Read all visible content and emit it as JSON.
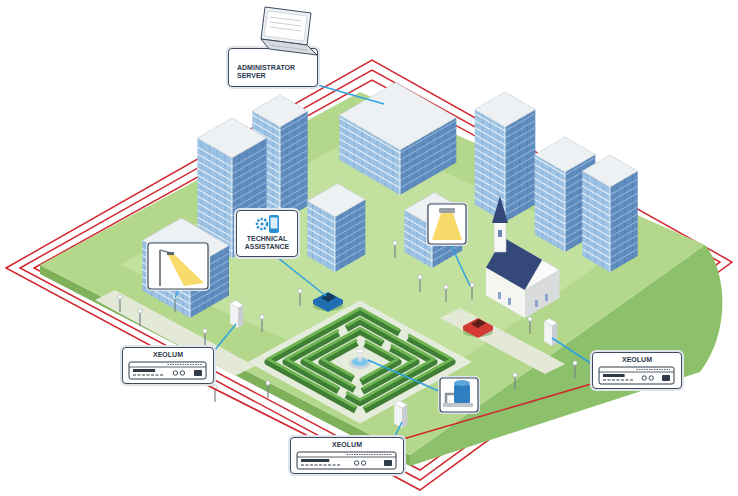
{
  "diagram": {
    "nodes": [
      {
        "text": [
          "ADMINISTRATOR SERVER"
        ]
      },
      {
        "text": [
          "TECHNICAL ASSISTANCE"
        ]
      },
      {
        "text": [
          "XEOLUM"
        ]
      },
      {
        "text": [
          "XEOLUM"
        ]
      },
      {
        "text": [
          "XEOLUM"
        ]
      }
    ],
    "edges": [
      {
        "from": 2,
        "to": 4,
        "arrow": "none"
      },
      {
        "from": 4,
        "to": 3,
        "arrow": "none"
      }
    ]
  }
}
